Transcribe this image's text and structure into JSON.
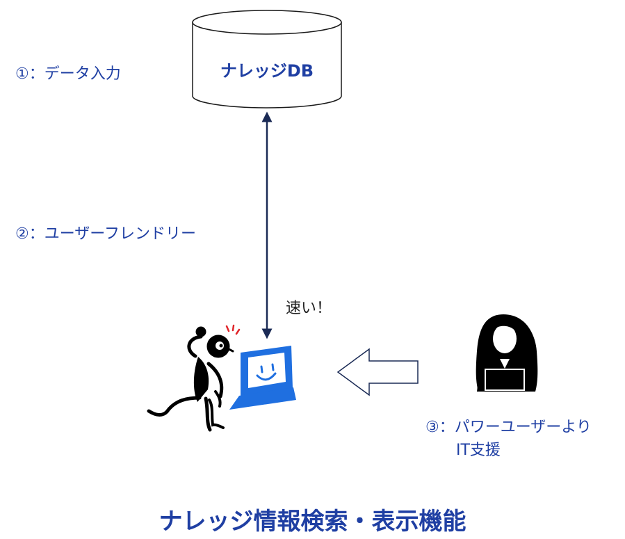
{
  "labels": {
    "step1": "①：データ入力",
    "step2": "②：ユーザーフレンドリー",
    "step3_line1": "③：パワーユーザーより",
    "step3_line2": "IT支援"
  },
  "database": {
    "label": "ナレッジDB"
  },
  "fast_label": "速い！",
  "title": "ナレッジ情報検索・表示機能",
  "icons": {
    "user": "running-person-icon",
    "computer": "smiling-computer-icon",
    "power_user": "woman-at-laptop-icon",
    "arrow": "left-arrow-icon",
    "connector": "double-arrow-icon"
  },
  "colors": {
    "text": "#1f3fa3",
    "computer": "#1f6fe0",
    "figure": "#000000"
  }
}
